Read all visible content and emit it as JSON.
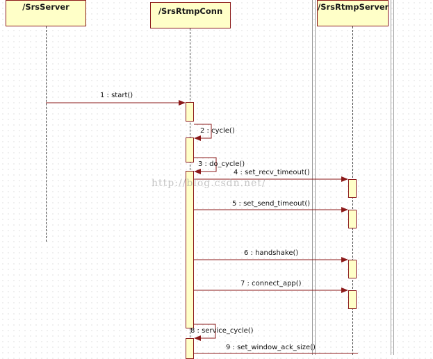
{
  "lifelines": [
    {
      "id": "srs-server",
      "label": "/SrsServer"
    },
    {
      "id": "srs-rtmp-conn",
      "label": "/SrsRtmpConn"
    },
    {
      "id": "srs-rtmp-server",
      "label": "/SrsRtmpServer"
    }
  ],
  "messages": [
    {
      "label": "1 : start()"
    },
    {
      "label": "2 : cycle()"
    },
    {
      "label": "3 : do_cycle()"
    },
    {
      "label": "4 : set_recv_timeout()"
    },
    {
      "label": "5 : set_send_timeout()"
    },
    {
      "label": "6 : handshake()"
    },
    {
      "label": "7 : connect_app()"
    },
    {
      "label": "8 : service_cycle()"
    },
    {
      "label": "9 : set_window_ack_size()"
    }
  ],
  "watermark": "http://blog.csdn.net/",
  "colors": {
    "box_fill": "#ffffc8",
    "border": "#8b1a1a",
    "arrow": "#8b1a1a"
  }
}
